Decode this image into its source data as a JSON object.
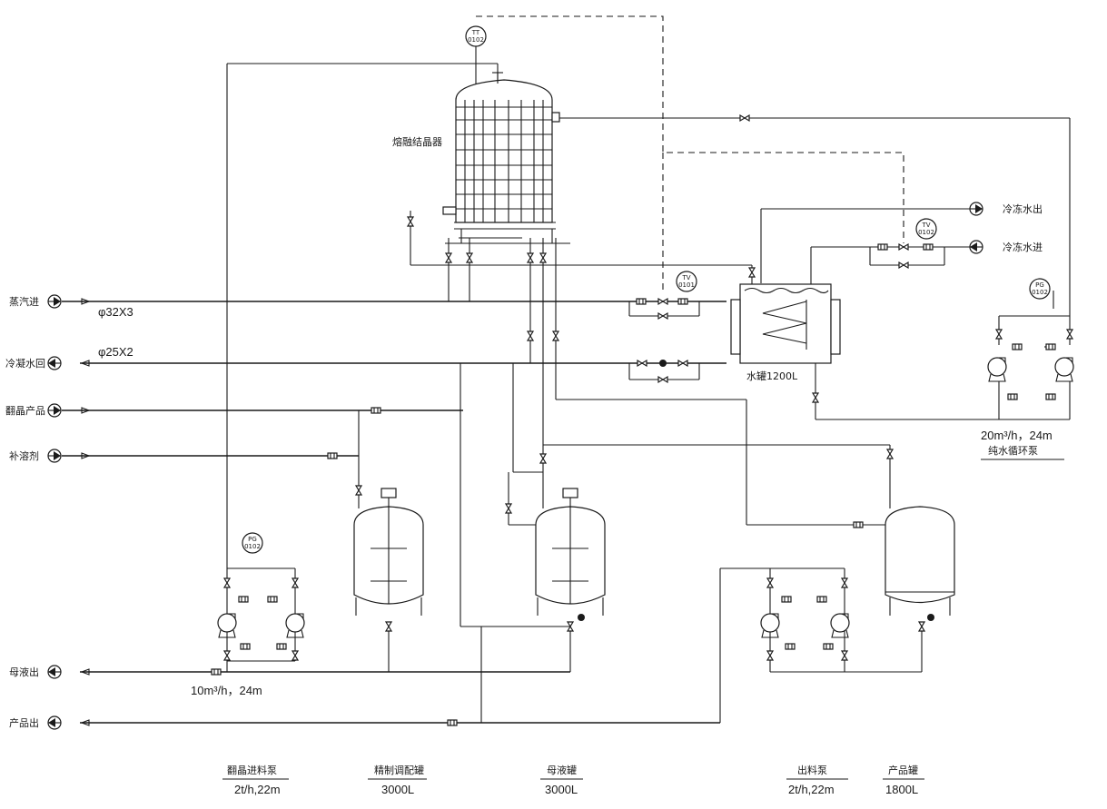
{
  "streams": {
    "steam_in": "蒸汽进",
    "condensate_return": "冷凝水回",
    "product_in": "翻晶产品",
    "solvent_makeup": "补溶剂",
    "mother_liquor_out": "母液出",
    "product_out": "产品出",
    "chilled_water_out": "冷冻水出",
    "chilled_water_in": "冷冻水进"
  },
  "pipe_sizes": {
    "steam": "φ32X3",
    "condensate": "φ25X2"
  },
  "equipment": {
    "crystallizer": "熔融结晶器",
    "water_tank": "水罐1200L",
    "water_pump_rate": "20m³/h，24m",
    "water_pump_name": "纯水循环泵",
    "feed_pump_rate": "10m³/h，24m"
  },
  "instruments": {
    "tt": {
      "code": "TT",
      "num": "0102"
    },
    "tv1": {
      "code": "TV",
      "num": "0101"
    },
    "tv2": {
      "code": "TV",
      "num": "0102"
    },
    "pg1": {
      "code": "PG",
      "num": "0102"
    },
    "pg2": {
      "code": "PG",
      "num": "0102"
    }
  },
  "schedule": [
    {
      "name": "翻晶进料泵",
      "spec": "2t/h,22m"
    },
    {
      "name": "精制调配罐",
      "spec": "3000L"
    },
    {
      "name": "母液罐",
      "spec": "3000L"
    },
    {
      "name": "出料泵",
      "spec": "2t/h,22m"
    },
    {
      "name": "产品罐",
      "spec": "1800L"
    }
  ]
}
